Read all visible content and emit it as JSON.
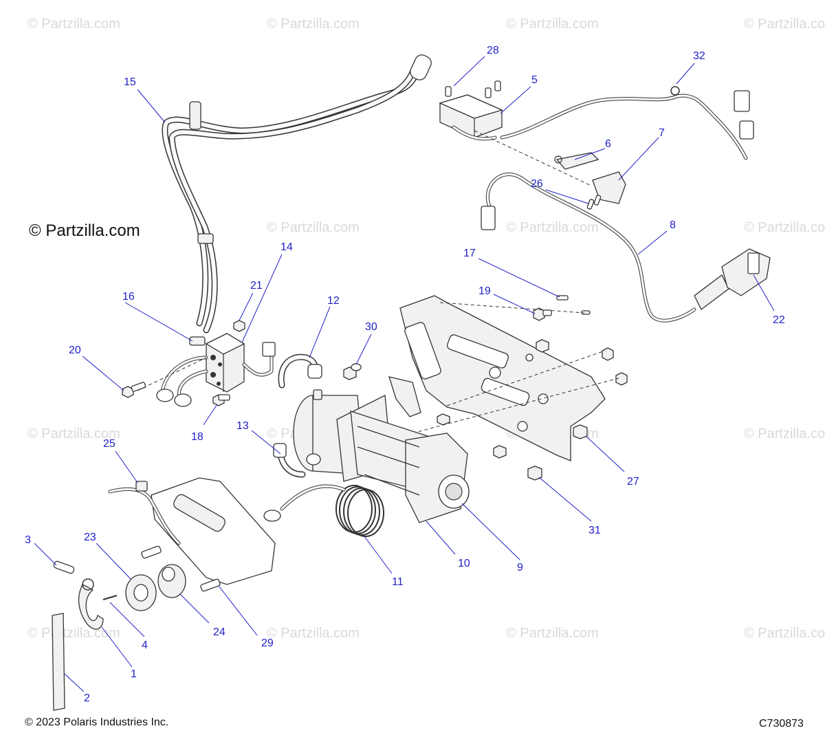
{
  "watermark": "© Partzilla.com",
  "brand_mark": "© Partzilla.com",
  "copyright": "© 2023 Polaris Industries Inc.",
  "diagram_code": "C730873",
  "callouts": [
    "1",
    "2",
    "3",
    "4",
    "5",
    "6",
    "7",
    "8",
    "9",
    "10",
    "11",
    "12",
    "13",
    "14",
    "15",
    "16",
    "17",
    "18",
    "19",
    "20",
    "21",
    "22",
    "23",
    "24",
    "25",
    "26",
    "27",
    "28",
    "29",
    "30",
    "31",
    "32"
  ],
  "colors": {
    "callout": "#2020c8",
    "watermark": "#d9d9d9",
    "ink": "#333333"
  }
}
